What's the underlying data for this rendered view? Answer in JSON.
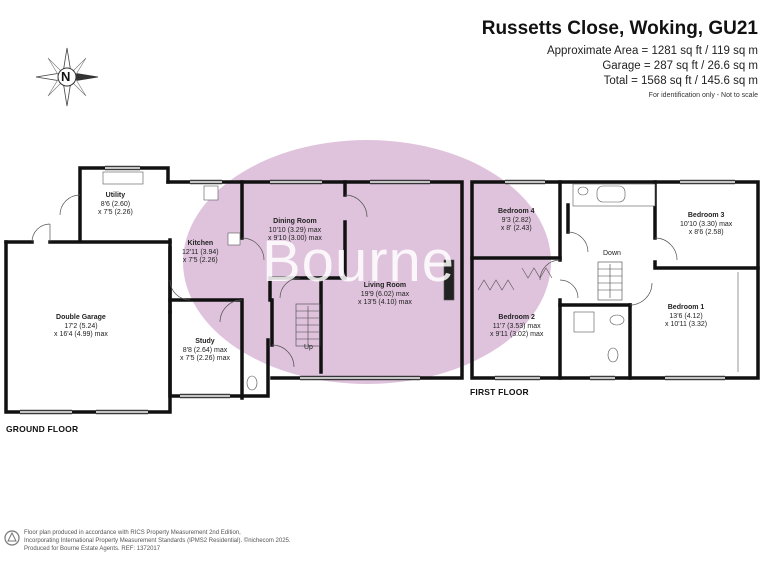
{
  "header": {
    "title": "Russetts Close, Woking, GU21",
    "area_lines": [
      "Approximate Area = 1281 sq ft / 119 sq m",
      "Garage = 287 sq ft / 26.6 sq m",
      "Total = 1568 sq ft / 145.6 sq m"
    ],
    "note": "For identification only - Not to scale"
  },
  "compass": {
    "letter": "N",
    "icon": "compass-icon"
  },
  "watermark": "Bourne",
  "colors": {
    "watermark": "#d9b8d6",
    "wall": "#111111",
    "line": "#555555"
  },
  "floors": {
    "ground": "GROUND FLOOR",
    "first": "FIRST FLOOR"
  },
  "rooms": {
    "utility": {
      "name": "Utility",
      "dims": [
        "8'6 (2.60)",
        "x 7'5 (2.26)"
      ]
    },
    "kitchen": {
      "name": "Kitchen",
      "dims": [
        "12'11 (3.94)",
        "x 7'5 (2.26)"
      ]
    },
    "dining": {
      "name": "Dining Room",
      "dims": [
        "10'10 (3.29) max",
        "x 9'10 (3.00) max"
      ]
    },
    "living": {
      "name": "Living Room",
      "dims": [
        "19'9 (6.02) max",
        "x 13'5 (4.10) max"
      ]
    },
    "garage": {
      "name": "Double Garage",
      "dims": [
        "17'2 (5.24)",
        "x 16'4 (4.99) max"
      ]
    },
    "study": {
      "name": "Study",
      "dims": [
        "8'8 (2.64) max",
        "x 7'5 (2.26) max"
      ]
    },
    "bed4": {
      "name": "Bedroom 4",
      "dims": [
        "9'3 (2.82)",
        "x 8' (2.43)"
      ]
    },
    "bed3": {
      "name": "Bedroom 3",
      "dims": [
        "10'10 (3.30) max",
        "x 8'6 (2.58)"
      ]
    },
    "bed2": {
      "name": "Bedroom 2",
      "dims": [
        "11'7 (3.53) max",
        "x 9'11 (3.02) max"
      ]
    },
    "bed1": {
      "name": "Bedroom 1",
      "dims": [
        "13'6 (4.12)",
        "x 10'11 (3.32)"
      ]
    }
  },
  "stairs": {
    "up": "Up",
    "down": "Down"
  },
  "footer": {
    "lines": [
      "Floor plan produced in accordance with RICS Property Measurement 2nd Edition,",
      "Incorporating International Property Measurement Standards (IPMS2 Residential).  ©nichecom 2025.",
      "Produced for Bourne Estate Agents.  REF:  1372017"
    ],
    "logo_icon": "nichecom-logo-icon"
  }
}
